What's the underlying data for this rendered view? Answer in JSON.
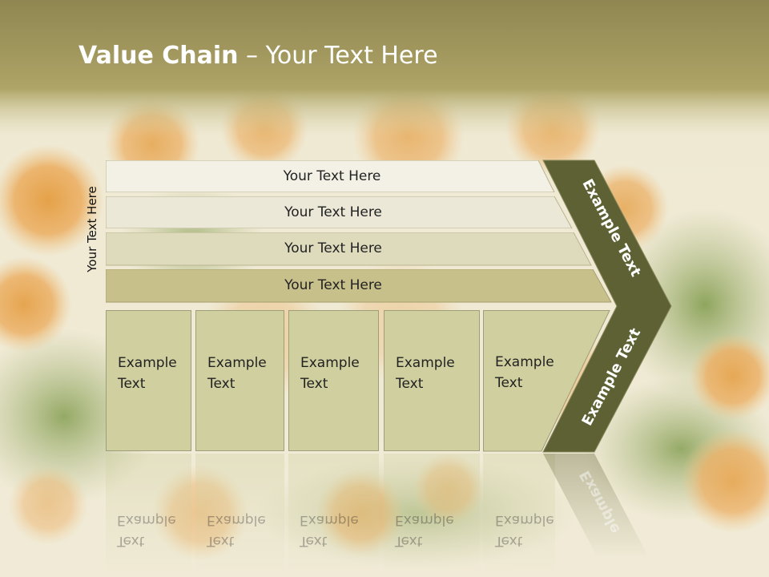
{
  "slide": {
    "title_bold": "Value Chain",
    "title_rest": " – Your Text Here",
    "side_label": "Your Text Here",
    "bars": [
      {
        "label": "Your Text Here"
      },
      {
        "label": "Your Text Here"
      },
      {
        "label": "Your Text Here"
      },
      {
        "label": "Your Text Here"
      }
    ],
    "boxes": [
      {
        "line1": "Example",
        "line2": "Text"
      },
      {
        "line1": "Example",
        "line2": "Text"
      },
      {
        "line1": "Example",
        "line2": "Text"
      },
      {
        "line1": "Example",
        "line2": "Text"
      },
      {
        "line1": "Example",
        "line2": "Text"
      }
    ],
    "chevron_top_label": "Example Text",
    "chevron_bottom_label": "Example Text",
    "reflection_label": "Example",
    "colors": {
      "header": "#a59c5a",
      "chevron": "#5e6133",
      "box": "#cfcf9f",
      "bar_1": "#f3f0e6",
      "bar_2": "#ebe8d8",
      "bar_3": "#dedbbd",
      "bar_4": "#c8c08b"
    }
  }
}
